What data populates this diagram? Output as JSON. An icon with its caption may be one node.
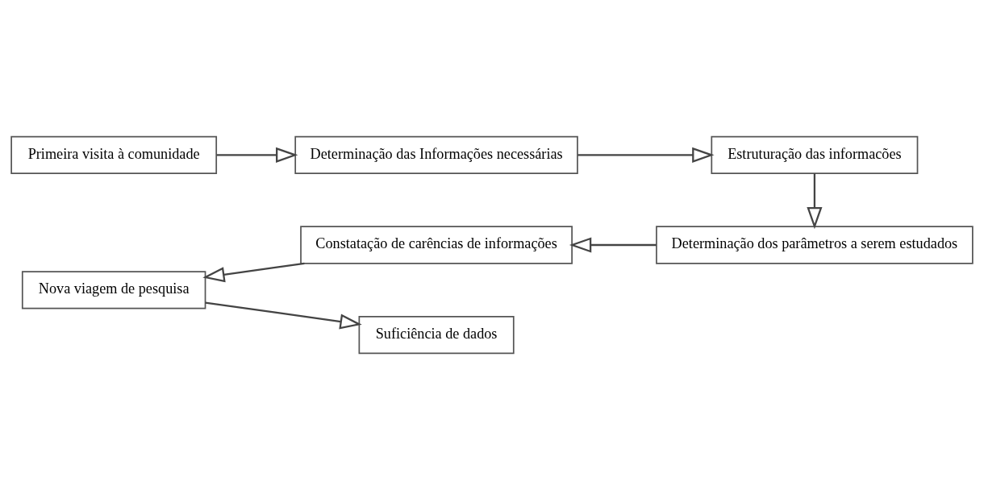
{
  "diagram": {
    "nodes": [
      {
        "text": [
          "Primeira visita à comunidade"
        ]
      },
      {
        "text": [
          "Determinação das Informações necessárias"
        ]
      },
      {
        "text": [
          "Estruturação das informacões"
        ]
      },
      {
        "text": [
          "Determinação dos parâmetros a serem estudados"
        ]
      },
      {
        "text": [
          "Constatação de carências de informações"
        ]
      },
      {
        "text": [
          "Nova viagem de pesquisa"
        ]
      },
      {
        "text": [
          "Suficiência de dados"
        ]
      }
    ],
    "edges": [
      {
        "from": 0,
        "to": 1,
        "arrow": "to"
      },
      {
        "from": 1,
        "to": 2,
        "arrow": "to"
      },
      {
        "from": 2,
        "to": 3,
        "arrow": "to"
      },
      {
        "from": 3,
        "to": 4,
        "arrow": "to"
      },
      {
        "from": 4,
        "to": 5,
        "arrow": "to"
      },
      {
        "from": 5,
        "to": 6,
        "arrow": "to"
      }
    ]
  }
}
